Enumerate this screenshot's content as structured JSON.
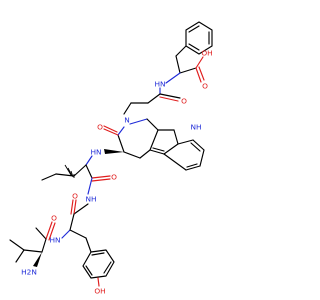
{
  "labels": {
    "acid_oh": "OH",
    "acid_o": "O",
    "amide_nh_phe": "HN",
    "amide_o_gly": "O",
    "ring_n": "N",
    "indole_nh": "NH",
    "lactam_o": "O",
    "amide_nh_ring": "HN",
    "amide_o_ile": "O",
    "amide_nh_ile": "NH",
    "amide_o_tyr": "O",
    "amide_nh_tyr": "HN",
    "amine_h2n": "H2N",
    "amide_o_val": "O",
    "phenol_oh": "OH"
  },
  "colors": {
    "carbon": "#000000",
    "nitrogen": "#1f2bd8",
    "oxygen": "#e01e1e"
  }
}
